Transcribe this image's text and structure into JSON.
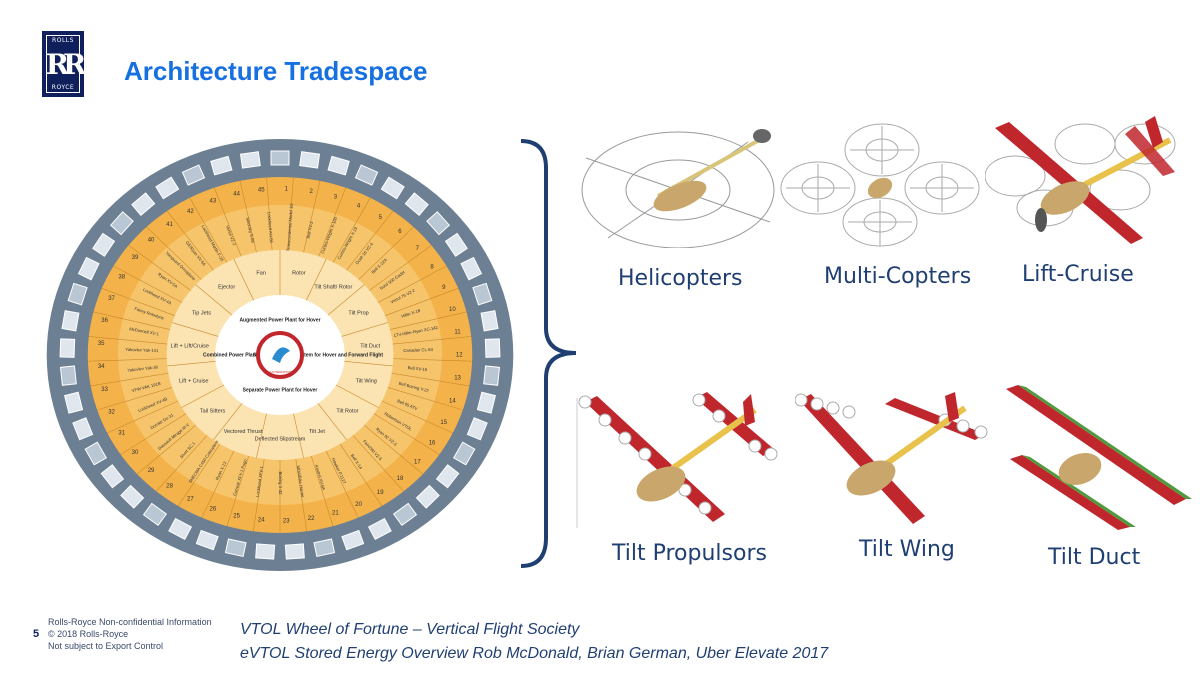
{
  "logo": {
    "top": "ROLLS",
    "bottom": "ROYCE",
    "mark": "RR"
  },
  "title": "Architecture Tradespace",
  "wheel": {
    "center_text": "A H S INTERNATIONAL",
    "inner_sectors": [
      "Augmented Power Plant for Hover",
      "Same Propulsion System for Hover and Forward Flight",
      "Separate Power Plant for Hover",
      "Combined Power Plant for Hover"
    ],
    "middle_ring": [
      "Rotor",
      "Tilt Shaft/ Rotor",
      "Tilt Prop",
      "Tilt Duct",
      "Tilt Wing",
      "Tilt Rotor",
      "Tilt Jet",
      "Deflected Slipstream",
      "Vectored Thrust",
      "Tail Sitters",
      "Lift + Cruise",
      "Lift + Lift/Cruise",
      "Tip Jets",
      "Ejector",
      "Fan"
    ],
    "outer_ring": [
      "Transcendental Model 1G",
      "Bell XV-3",
      "Curtiss-Wright X-100",
      "Curtiss-Wright X-19",
      "Doak 16 VZ-4",
      "Bell X-22A",
      "Nord 500 Cadet",
      "Vertol 76 VZ-2",
      "Hiller X-18",
      "LTV-Hiller-Ryan XC-142",
      "Canadair CL-84",
      "Bell XV-15",
      "Bell Boeing V-22",
      "Bell 65 ATV",
      "Robertson VTOL",
      "Ryan 92 VZ-3",
      "Fairchild VZ-5",
      "Bell X-14",
      "Hawker P.1127",
      "Kestrel XV-6A",
      "MDA/BAe Harrier",
      "Boeing X-32",
      "Lockheed XFV-1",
      "Convair XFY-1 Pogo",
      "Ryan X-13",
      "SNECMA C450 Coleoptere",
      "Short SC.1",
      "Dassault Mirage III-V",
      "Dornier Do 31",
      "Lockheed XV-4B",
      "VFW VAK 191B",
      "Yakovlev Yak-38",
      "Yakovlev Yak-141",
      "McDonnell XV-1",
      "Fairey Rotodyne",
      "Lockheed XV-4A",
      "Ryan XV-5A",
      "Vanguard Omniplane",
      "GE/Ryan XV-5A",
      "Lockheed Martin F-35",
      "Vertol VZ-2",
      "Sikorsky S-69",
      "Lockheed AH-56"
    ],
    "numbers": [
      "1",
      "2",
      "3",
      "4",
      "5",
      "6",
      "7",
      "8",
      "9",
      "10",
      "11",
      "12",
      "13",
      "14",
      "15",
      "16",
      "17",
      "18",
      "19",
      "20",
      "21",
      "22",
      "23",
      "24",
      "25",
      "26",
      "27",
      "28",
      "29",
      "30",
      "31",
      "32",
      "33",
      "34",
      "35",
      "36",
      "37",
      "38",
      "39",
      "40",
      "41",
      "42",
      "43",
      "44",
      "45"
    ]
  },
  "architectures": [
    {
      "name": "helicopters",
      "label": "Helicopters"
    },
    {
      "name": "multi-copters",
      "label": "Multi-Copters"
    },
    {
      "name": "lift-cruise",
      "label": "Lift-Cruise"
    },
    {
      "name": "tilt-propulsors",
      "label": "Tilt Propulsors"
    },
    {
      "name": "tilt-wing",
      "label": "Tilt Wing"
    },
    {
      "name": "tilt-duct",
      "label": "Tilt Duct"
    }
  ],
  "footer": {
    "page_number": "5",
    "info_lines": [
      "Rolls-Royce Non-confidential Information",
      "© 2018 Rolls-Royce",
      "Not subject to Export Control"
    ],
    "citation_1": "VTOL Wheel of Fortune – Vertical Flight Society",
    "citation_2": "eVTOL Stored Energy Overview Rob McDonald, Brian German, Uber Elevate 2017"
  },
  "colors": {
    "title": "#1670e0",
    "logo": "#0f1f5c",
    "label": "#1f3f73",
    "wing_red": "#c0272d",
    "wheel_orange": "#f3b24a",
    "wheel_outer": "#6d7f92"
  }
}
